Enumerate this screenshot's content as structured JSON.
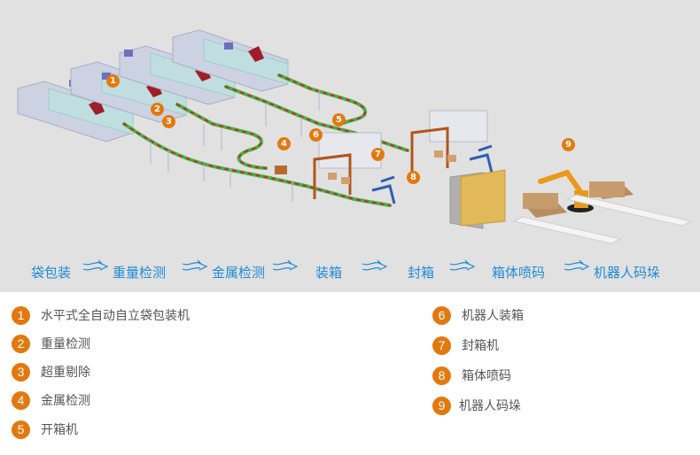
{
  "colors": {
    "accent_orange": "#e2790f",
    "flow_blue": "#1e8ad6",
    "scene_bg": "#e1e1e1",
    "legend_text": "#555555"
  },
  "scene": {
    "markers": [
      {
        "number": "1"
      },
      {
        "number": "2"
      },
      {
        "number": "3"
      },
      {
        "number": "4"
      },
      {
        "number": "5"
      },
      {
        "number": "6"
      },
      {
        "number": "7"
      },
      {
        "number": "8"
      },
      {
        "number": "9"
      }
    ]
  },
  "flow": {
    "steps": [
      "袋包装",
      "重量检测",
      "金属检测",
      "装箱",
      "封箱",
      "箱体喷码",
      "机器人码垛"
    ],
    "arrow_icon": "double-line-arrow"
  },
  "legend": {
    "items": [
      {
        "number": "1",
        "label": "水平式全自动自立袋包装机"
      },
      {
        "number": "2",
        "label": "重量检测"
      },
      {
        "number": "3",
        "label": "超重剔除"
      },
      {
        "number": "4",
        "label": "金属检测"
      },
      {
        "number": "5",
        "label": "开箱机"
      },
      {
        "number": "6",
        "label": "机器人装箱"
      },
      {
        "number": "7",
        "label": "封箱机"
      },
      {
        "number": "8",
        "label": "箱体喷码"
      },
      {
        "number": "9",
        "label": "机器人码垛"
      }
    ]
  }
}
